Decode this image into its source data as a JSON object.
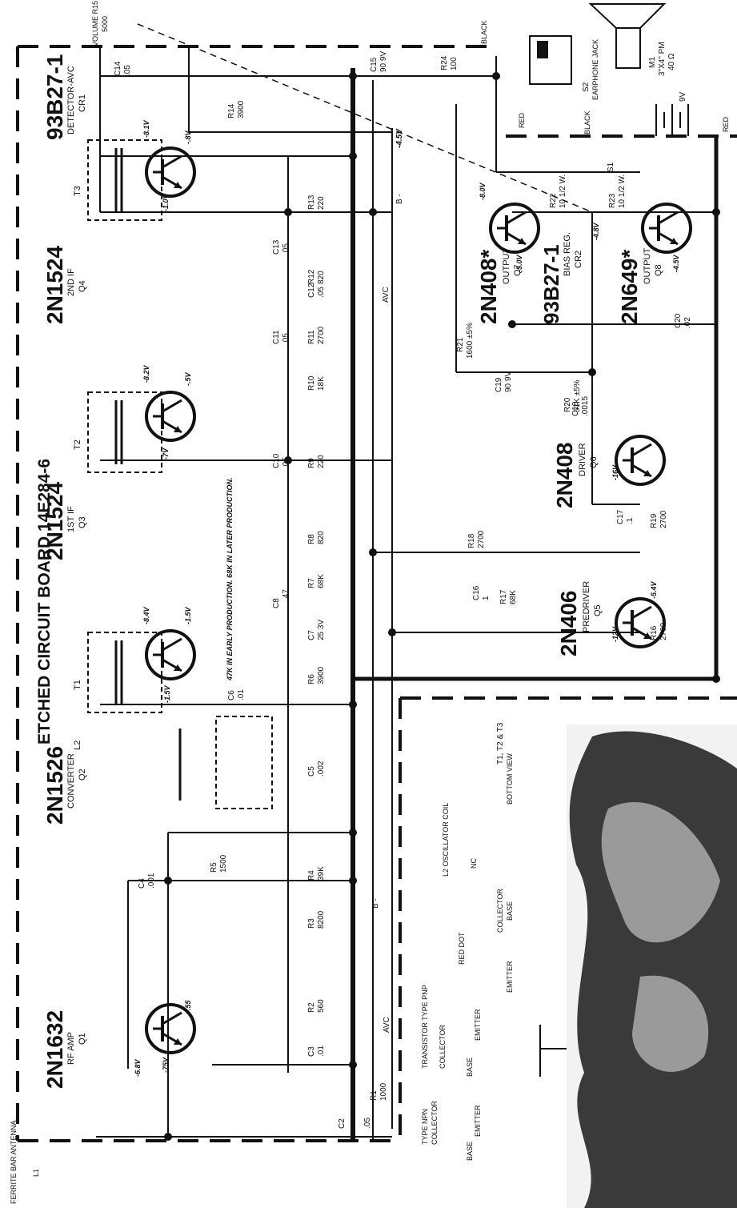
{
  "board_title": "ETCHED CIRCUIT BOARD 14E284-6",
  "transistors": [
    {
      "id": "q1",
      "type": "2N1632",
      "function": "RF AMP",
      "ref": "Q1"
    },
    {
      "id": "q2",
      "type": "2N1526",
      "function": "CONVERTER",
      "ref": "Q2"
    },
    {
      "id": "q3",
      "type": "2N1524",
      "function": "1ST IF",
      "ref": "Q3"
    },
    {
      "id": "q4",
      "type": "2N1524",
      "function": "2ND IF",
      "ref": "Q4"
    },
    {
      "id": "cr1",
      "type": "93B27-1",
      "function": "DETECTOR-AVC",
      "ref": "CR1"
    },
    {
      "id": "q5",
      "type": "2N406",
      "function": "PREDRIVER",
      "ref": "Q5"
    },
    {
      "id": "q6",
      "type": "2N408",
      "function": "DRIVER",
      "ref": "Q6"
    },
    {
      "id": "q7",
      "type": "2N408*",
      "function": "OUTPUT",
      "ref": "Q7"
    },
    {
      "id": "q8",
      "type": "2N649*",
      "function": "OUTPUT",
      "ref": "Q8"
    },
    {
      "id": "cr2",
      "type": "93B27-1",
      "function": "BIAS REG.",
      "ref": "CR2"
    }
  ],
  "resistors": [
    {
      "ref": "R1",
      "value": "1000"
    },
    {
      "ref": "R2",
      "value": "560"
    },
    {
      "ref": "R3",
      "value": "8200"
    },
    {
      "ref": "R4",
      "value": "39K"
    },
    {
      "ref": "R5",
      "value": "1500"
    },
    {
      "ref": "R6",
      "value": "3900"
    },
    {
      "ref": "R7",
      "value": "68K"
    },
    {
      "ref": "R8",
      "value": "820"
    },
    {
      "ref": "R9",
      "value": "220"
    },
    {
      "ref": "R10",
      "value": "18K"
    },
    {
      "ref": "R11",
      "value": "2700"
    },
    {
      "ref": "R12",
      "value": "820"
    },
    {
      "ref": "R13",
      "value": "220"
    },
    {
      "ref": "R14",
      "value": "3900"
    },
    {
      "ref": "R16",
      "value": "2700"
    },
    {
      "ref": "R17",
      "value": "68K"
    },
    {
      "ref": "R18",
      "value": "2700"
    },
    {
      "ref": "R19",
      "value": "2700"
    },
    {
      "ref": "R20",
      "value": "51K ±5%"
    },
    {
      "ref": "R21",
      "value": "1600 ±5%"
    },
    {
      "ref": "R22",
      "value": "10 1/2 W."
    },
    {
      "ref": "R23",
      "value": "10 1/2 W."
    },
    {
      "ref": "R24",
      "value": "100"
    }
  ],
  "capacitors": [
    {
      "ref": "C2",
      "value": ".05"
    },
    {
      "ref": "C3",
      "value": ".01"
    },
    {
      "ref": "C4",
      "value": ".001"
    },
    {
      "ref": "C5",
      "value": ".002"
    },
    {
      "ref": "C6",
      "value": ".01"
    },
    {
      "ref": "C7",
      "value": "25 3V"
    },
    {
      "ref": "C8",
      "value": ".47"
    },
    {
      "ref": "C10",
      "value": ".05"
    },
    {
      "ref": "C11",
      "value": ".05"
    },
    {
      "ref": "C12",
      "value": ".05"
    },
    {
      "ref": "C13",
      "value": ".05"
    },
    {
      "ref": "C14",
      "value": ".05"
    },
    {
      "ref": "C15",
      "value": "90 9V"
    },
    {
      "ref": "C16",
      "value": "1"
    },
    {
      "ref": "C17",
      "value": ".1"
    },
    {
      "ref": "C18",
      "value": ".0015"
    },
    {
      "ref": "C19",
      "value": "90 9V"
    },
    {
      "ref": "C20",
      "value": ".02"
    }
  ],
  "volume": {
    "ref": "VOLUME R15",
    "value": "5000"
  },
  "speaker": {
    "ref": "M1",
    "size": "3\"X4\" PM",
    "impedance": "40 Ω"
  },
  "earphone": {
    "ref": "S2",
    "label": "EARPHONE JACK"
  },
  "battery": {
    "value": "9V"
  },
  "switch": {
    "ref": "S1"
  },
  "wire_labels": {
    "black": "BLACK",
    "red": "RED"
  },
  "bus_labels": {
    "b_minus": "B -",
    "avc": "AVC",
    "minus_45": "-4.5V"
  },
  "antenna": {
    "label": "FERRITE BAR ANTENNA",
    "ref": "L1"
  },
  "transformers": [
    "T1",
    "T2",
    "T3",
    "L2"
  ],
  "note_c8": "47K IN EARLY PRODUCTION. 68K IN LATER PRODUCTION.",
  "legend": {
    "npn": {
      "title": "TYPE NPN",
      "c": "COLLECTOR",
      "b": "BASE",
      "e": "EMITTER"
    },
    "pnp": {
      "title": "TRANSISTOR TYPE PNP",
      "c": "COLLECTOR",
      "b": "BASE",
      "e": "EMITTER"
    },
    "case": {
      "dot": "RED DOT",
      "c": "COLLECTOR",
      "b": "BASE",
      "e": "EMITTER"
    },
    "osc": {
      "title": "L2 OSCILLATOR COIL",
      "nc": "NC",
      "view": "BOTTOM VIEW"
    },
    "tf": {
      "title": "T1, T2 & T3"
    }
  },
  "voltages": [
    "-6.8V",
    "-75V",
    ".55",
    "-1.5V",
    "-8.4V",
    "-1.5V",
    "-7V",
    "-8.2V",
    "-.5V",
    "-1.0V",
    "-8.1V",
    "-.8V",
    "-8.0V",
    "-5.0V",
    "-4.8V",
    "-4.5V",
    "-16V",
    "-5.4V",
    "-12V"
  ],
  "colors": {
    "ink": "#111111",
    "paper": "#ffffff",
    "board": "#3a3a3a"
  }
}
